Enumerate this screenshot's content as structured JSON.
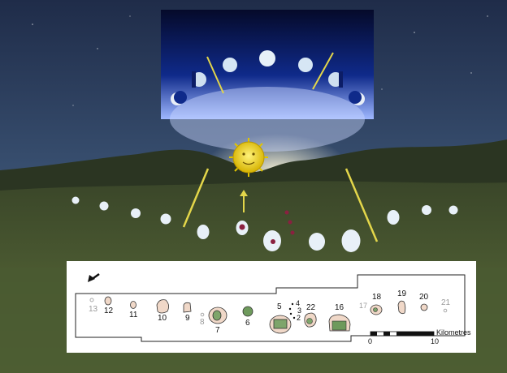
{
  "map": {
    "labels": [
      "13",
      "12",
      "11",
      "10",
      "9",
      "8",
      "7",
      "6",
      "5",
      "4",
      "3",
      "2",
      "22",
      "16",
      "17",
      "18",
      "19",
      "20",
      "21"
    ],
    "scale": {
      "unit": "Kilometres",
      "start": "0",
      "end": "10"
    }
  },
  "colors": {
    "sky_top": "#22314f",
    "sky_bottom": "#6c8aa6",
    "hills": "#2f3a24",
    "field": "#4b5a2f",
    "yellow_line": "#e3d64a",
    "moon": "#dde8f3",
    "red_dot": "#8a2040",
    "map_bg": "#ffffff"
  }
}
